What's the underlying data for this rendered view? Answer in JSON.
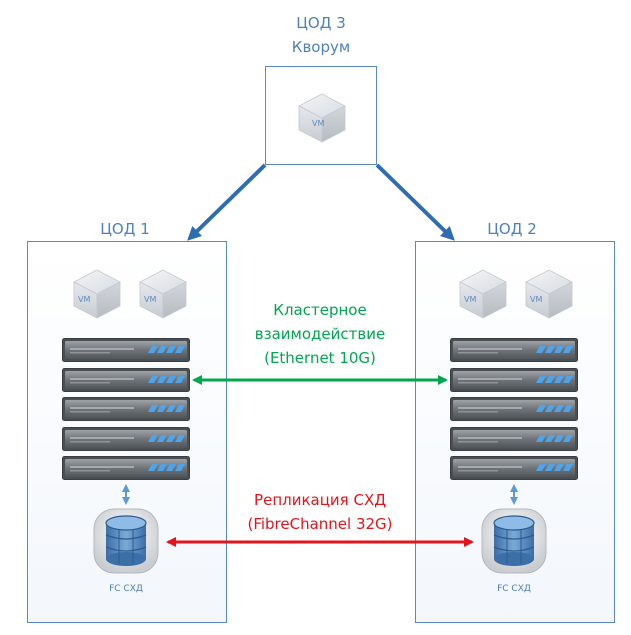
{
  "quorum": {
    "title": "ЦОД 3",
    "subtitle": "Кворум",
    "vm_label": "VM"
  },
  "dc1": {
    "title": "ЦОД 1",
    "vm_label": "VM",
    "storage_label": "FC СХД"
  },
  "dc2": {
    "title": "ЦОД 2",
    "vm_label": "VM",
    "storage_label": "FC СХД"
  },
  "links": {
    "cluster": {
      "line1": "Кластерное",
      "line2": "взаимодействие",
      "line3": "(Ethernet 10G)",
      "color": "#00a650"
    },
    "replication": {
      "line1": "Репликация СХД",
      "line2": "(FibreChannel 32G)",
      "color": "#e3141b"
    },
    "quorum_color": "#2e6db4"
  }
}
